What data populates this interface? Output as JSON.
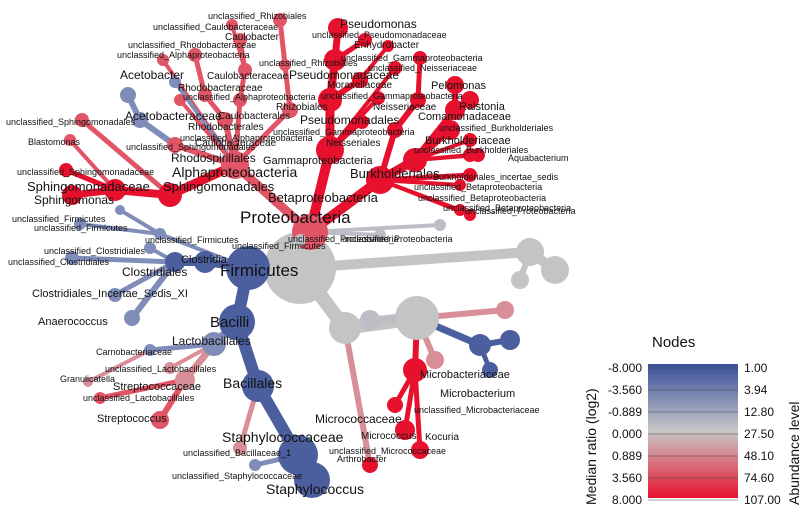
{
  "colors": {
    "negative": "#3a4f9c",
    "neutral": "#c8c8c8",
    "positive": "#e8112d",
    "label": "#111111"
  },
  "legend": {
    "title": "Nodes",
    "ratio_label": "Median ratio (log2)",
    "abundance_label": "Abundance level",
    "ratio_ticks": [
      "-8.000",
      "-3.560",
      "-0.889",
      "0.000",
      "0.889",
      "3.560",
      "8.000"
    ],
    "abundance_ticks": [
      "1.00",
      "3.94",
      "12.80",
      "27.50",
      "48.10",
      "74.60",
      "107.00"
    ]
  },
  "labels": {
    "proteobacteria": "Proteobacteria",
    "firmicutes": "Firmicutes",
    "bacilli": "Bacilli",
    "bacillales": "Bacillales",
    "lactobacillales": "Lactobacillales",
    "staphylococcaceae": "Staphylococcaceae",
    "staphylococcus": "Staphylococcus",
    "streptococcaceae": "Streptococcaceae",
    "streptococcus": "Streptococcus",
    "unclassified_lactobacillales_1": "unclassified_Lactobacillales",
    "unclassified_lactobacillales_2": "unclassified_Lactobacillales",
    "carnobacteriaceae": "Carnobacteriaceae",
    "granulicatella": "Granulicatella",
    "unclassified_bacillaceae_1": "unclassified_Bacillaceae_1",
    "unclassified_staphylococcaceae": "unclassified_Staphylococcaceae",
    "anaerococcus": "Anaerococcus",
    "clostridiales_incertae_sedis_xi": "Clostridiales_Incertae_Sedis_XI",
    "clostridia": "Clostridia",
    "clostridiales": "Clostridiales",
    "unclassified_clostridiales_1": "unclassified_Clostridiales",
    "unclassified_clostridiales_2": "unclassified_Clostridiales",
    "unclassified_firmicutes_1": "unclassified_Firmicutes",
    "unclassified_firmicutes_2": "unclassified_Firmicutes",
    "unclassified_firmicutes_3": "unclassified_Firmicutes",
    "unclassified_firmicutes_4": "unclassified_Firmicutes",
    "unclassified_proteobacteria_1": "unclassified_Proteobacteria",
    "unclassified_proteobacteria_2": "unclassified_Proteobacteria",
    "unclassified_proteobacteria_3": "unclassified_Proteobacteria",
    "alphaproteobacteria": "Alphaproteobacteria",
    "sphingomonadales": "Sphingomonadales",
    "sphingomonadaceae": "Sphingomonadaceae",
    "sphingomonas": "Sphingomonas",
    "unclassified_sphingomonadaceae": "unclassified_Sphingomonadaceae",
    "unclassified_sphingomonadales": "unclassified_Sphingomonadales",
    "unclassified_sphingomonadales_2": "unclassified_Sphingomonadales",
    "blastomonas": "Blastomonas",
    "rhodospirillales": "Rhodospirillales",
    "acetobacteraceae": "Acetobacteraceae",
    "acetobacter": "Acetobacter",
    "unclassified_alphaproteobacteria_1": "unclassified_Alphaproteobacteria",
    "unclassified_alphaproteobacteria_2": "unclassified_Alphaproteobacteria",
    "unclassified_alphaproteobacteria_3": "unclassified_Alphaproteobacteria",
    "rhodobacterales": "Rhodobacterales",
    "rhodobacteraceae": "Rhodobacteraceae",
    "unclassified_rhodobacteraceae": "unclassified_Rhodobacteraceae",
    "caulobacterales": "Caulobacterales",
    "caulobacteraceae_1": "Caulobacteraceae",
    "caulobacteraceae_2": "Caulobacteraceae",
    "unclassified_caulobacteraceae": "unclassified_Caulobacteraceae",
    "caulobacter": "Caulobacter",
    "rhizobiales": "Rhizobiales",
    "unclassified_rhizobiales_1": "unclassified_Rhizobiales",
    "unclassified_rhizobiales_2": "unclassified_Rhizobiales",
    "gammaproteobacteria": "Gammaproteobacteria",
    "pseudomonadales": "Pseudomonadales",
    "pseudomonadaceae": "Pseudomonadaceae",
    "pseudomonas": "Pseudomonas",
    "unclassified_pseudomonadaceae": "unclassified_Pseudomonadaceae",
    "enhydrobacter": "Enhydrobacter",
    "moraxellaceae": "Moraxellaceae",
    "unclassified_gammaproteobacteria_1": "unclassified_Gammaproteobacteria",
    "unclassified_gammaproteobacteria_2": "unclassified_Gammaproteobacteria",
    "unclassified_gammaproteobacteria_3": "unclassified_Gammaproteobacteria",
    "unclassified_neisseriaceae": "unclassified_Neisseriaceae",
    "neisseriaceae": "Neisseriaceae",
    "neisseriales": "Neisseriales",
    "betaproteobacteria": "Betaproteobacteria",
    "burkholderiales": "Burkholderiales",
    "burkholderiaceae": "Burkholderiaceae",
    "comamonadaceae": "Comamonadaceae",
    "pelomonas": "Pelomonas",
    "ralstonia": "Ralstonia",
    "aquabacterium": "Aquabacterium",
    "unclassified_burkholderiales_1": "unclassified_Burkholderiales",
    "unclassified_burkholderiales_2": "unclassified_Burkholderiales",
    "burkholderiales_incertae_sedis": "Burkholderiales_incertae_sedis",
    "unclassified_betaproteobacteria_1": "unclassified_Betaproteobacteria",
    "unclassified_betaproteobacteria_2": "unclassified_Betaproteobacteria",
    "unclassified_betaproteobacteria_3": "unclassified_Betaproteobacteria",
    "micrococcaceae": "Micrococcaceae",
    "micrococcus": "Micrococcus",
    "kocuria": "Kocuria",
    "arthrobacter": "Arthrobacter",
    "unclassified_micrococcaceae": "unclassified_Micrococcaceae",
    "microbacteriaceae": "Microbacteriaceae",
    "microbacterium": "Microbacterium",
    "unclassified_microbacteriaceae": "unclassified_Microbacteriaceae"
  }
}
